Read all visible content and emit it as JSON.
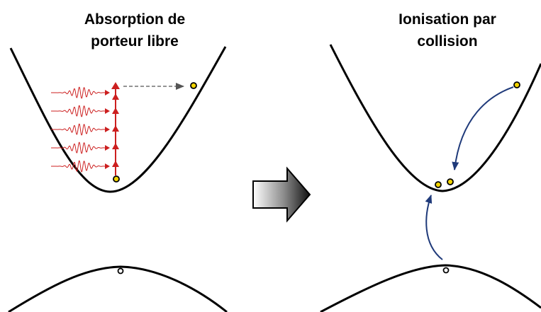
{
  "panels": {
    "left": {
      "title_line1": "Absorption de",
      "title_line2": "porteur libre"
    },
    "right": {
      "title_line1": "Ionisation par",
      "title_line2": "collision"
    }
  },
  "colors": {
    "band": "#000000",
    "photon": "#cc1f1f",
    "transfer_arrow": "#555555",
    "carrier_path": "#1f3a7a",
    "electron_fill": "#f2d400",
    "hole_fill": "#ffffff",
    "process_arrow_dark": "#1a1a1a",
    "process_arrow_light": "#ffffff"
  },
  "icons": {
    "process_arrow": "right-arrow-icon"
  }
}
